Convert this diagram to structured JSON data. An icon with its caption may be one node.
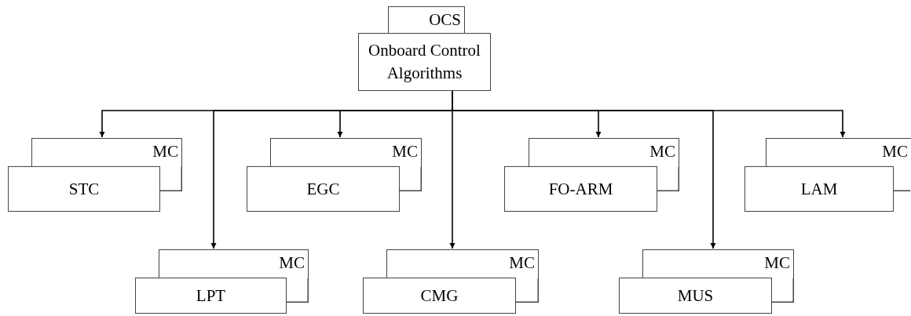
{
  "diagram": {
    "nodes": [
      {
        "text": [
          "OCS"
        ]
      },
      {
        "text": [
          "Onboard Control Algorithms"
        ]
      },
      {
        "text": [
          "MC"
        ]
      },
      {
        "text": [
          "STC"
        ]
      },
      {
        "text": [
          "MC"
        ]
      },
      {
        "text": [
          "EGC"
        ]
      },
      {
        "text": [
          "MC"
        ]
      },
      {
        "text": [
          "FO-ARM"
        ]
      },
      {
        "text": [
          "MC"
        ]
      },
      {
        "text": [
          "LAM"
        ]
      },
      {
        "text": [
          "MC"
        ]
      },
      {
        "text": [
          "LPT"
        ]
      },
      {
        "text": [
          "MC"
        ]
      },
      {
        "text": [
          "CMG"
        ]
      },
      {
        "text": [
          "MC"
        ]
      },
      {
        "text": [
          "MUS"
        ]
      }
    ],
    "edges": [
      {
        "from": 1,
        "to": 2,
        "arrow": "to"
      },
      {
        "from": 1,
        "to": 10,
        "arrow": "to"
      },
      {
        "from": 1,
        "to": 4,
        "arrow": "to"
      },
      {
        "from": 1,
        "to": 12,
        "arrow": "to"
      },
      {
        "from": 1,
        "to": 6,
        "arrow": "to"
      },
      {
        "from": 1,
        "to": 14,
        "arrow": "to"
      },
      {
        "from": 1,
        "to": 8,
        "arrow": "to"
      }
    ]
  }
}
